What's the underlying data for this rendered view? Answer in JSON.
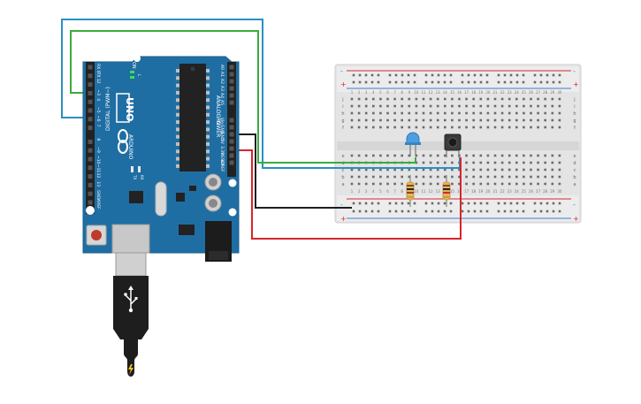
{
  "colors": {
    "board": "#1f6ea3",
    "board_edge": "#195d8c",
    "header": "#222222",
    "breadboard": "#e6e6e6",
    "breadboard_mid": "#d8d8d8",
    "rail_red": "#d8262b",
    "rail_blue": "#3a7ed8",
    "wire_green": "#3cab3b",
    "wire_cyan": "#2a8fc4",
    "wire_black": "#1e1e1e",
    "wire_red": "#d9242b",
    "led": "#4b9fe0",
    "resistor": "#e3b563",
    "usb_cable": "#222222"
  },
  "arduino": {
    "model": "UNO",
    "brand": "ARDUINO",
    "on_label": "ON",
    "digital_label": "DIGITAL (PWM~)",
    "analog_label": "ANALOG IN",
    "power_label": "POWER",
    "tx_label": "TX",
    "rx_label": "RX",
    "l_label": "L",
    "digital_pins": [
      "RX 0",
      "TX 1",
      "2",
      "~3",
      "4",
      "~5",
      "~6",
      "7",
      "8",
      "~9",
      "~10",
      "~11",
      "12",
      "13",
      "GND",
      "AREF"
    ],
    "analog_pins": [
      "A0",
      "A1",
      "A2",
      "A3",
      "A4",
      "A5"
    ],
    "power_pins": [
      "IOREF",
      "RESET",
      "3.3V",
      "5V",
      "GND",
      "GND",
      "Vin"
    ]
  },
  "breadboard": {
    "row_letters_top": [
      "j",
      "i",
      "h",
      "g",
      "f"
    ],
    "row_letters_bottom": [
      "e",
      "d",
      "c",
      "b",
      "a"
    ],
    "column_numbers": [
      "1",
      "2",
      "3",
      "4",
      "5",
      "6",
      "7",
      "8",
      "9",
      "10",
      "11",
      "12",
      "13",
      "14",
      "15",
      "16",
      "17",
      "18",
      "19",
      "20",
      "21",
      "22",
      "23",
      "24",
      "25",
      "26",
      "27",
      "28",
      "29",
      "30"
    ],
    "rail_plus": "+",
    "rail_minus": "-"
  },
  "components": {
    "led": "led-blue",
    "button": "pushbutton",
    "resistors": [
      "resistor-led",
      "resistor-button"
    ]
  }
}
